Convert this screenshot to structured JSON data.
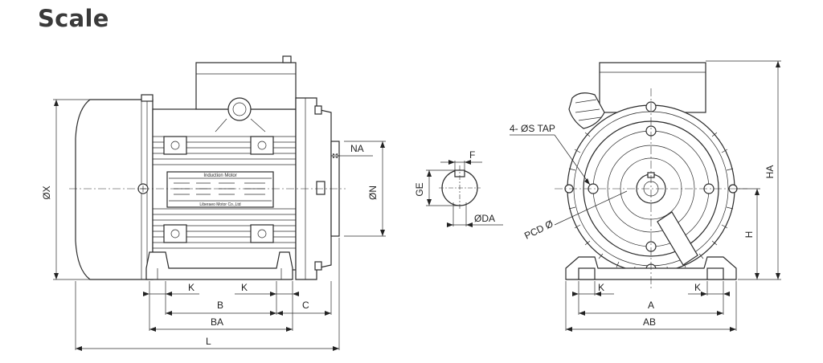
{
  "title": "Scale",
  "labels": {
    "ox": "ØX",
    "na": "NA",
    "on": "ØN",
    "k_left": "K",
    "k_right": "K",
    "b": "B",
    "c": "C",
    "ba": "BA",
    "l": "L",
    "f": "F",
    "ge": "GE",
    "oda": "ØDA",
    "tap": "4- ØS TAP",
    "pcd": "PCD Ø",
    "ha": "HA",
    "h": "H",
    "k_front_left": "K",
    "k_front_right": "K",
    "a": "A",
    "ab": "AB"
  },
  "nameplate": {
    "line1": "Induction  Motor",
    "footer": "Liberaeo Motor Co.,Ltd"
  }
}
